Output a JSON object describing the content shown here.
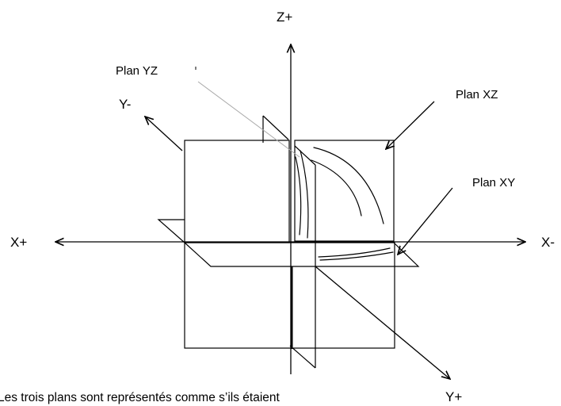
{
  "labels": {
    "z_plus": "Z+",
    "y_minus": "Y-",
    "x_plus": "X+",
    "x_minus": "X-",
    "y_plus": "Y+",
    "plan_yz": "Plan YZ",
    "plan_xz": "Plan XZ",
    "plan_xy": "Plan XY"
  },
  "caption": "Les trois plans sont représentés comme s’ils étaient"
}
